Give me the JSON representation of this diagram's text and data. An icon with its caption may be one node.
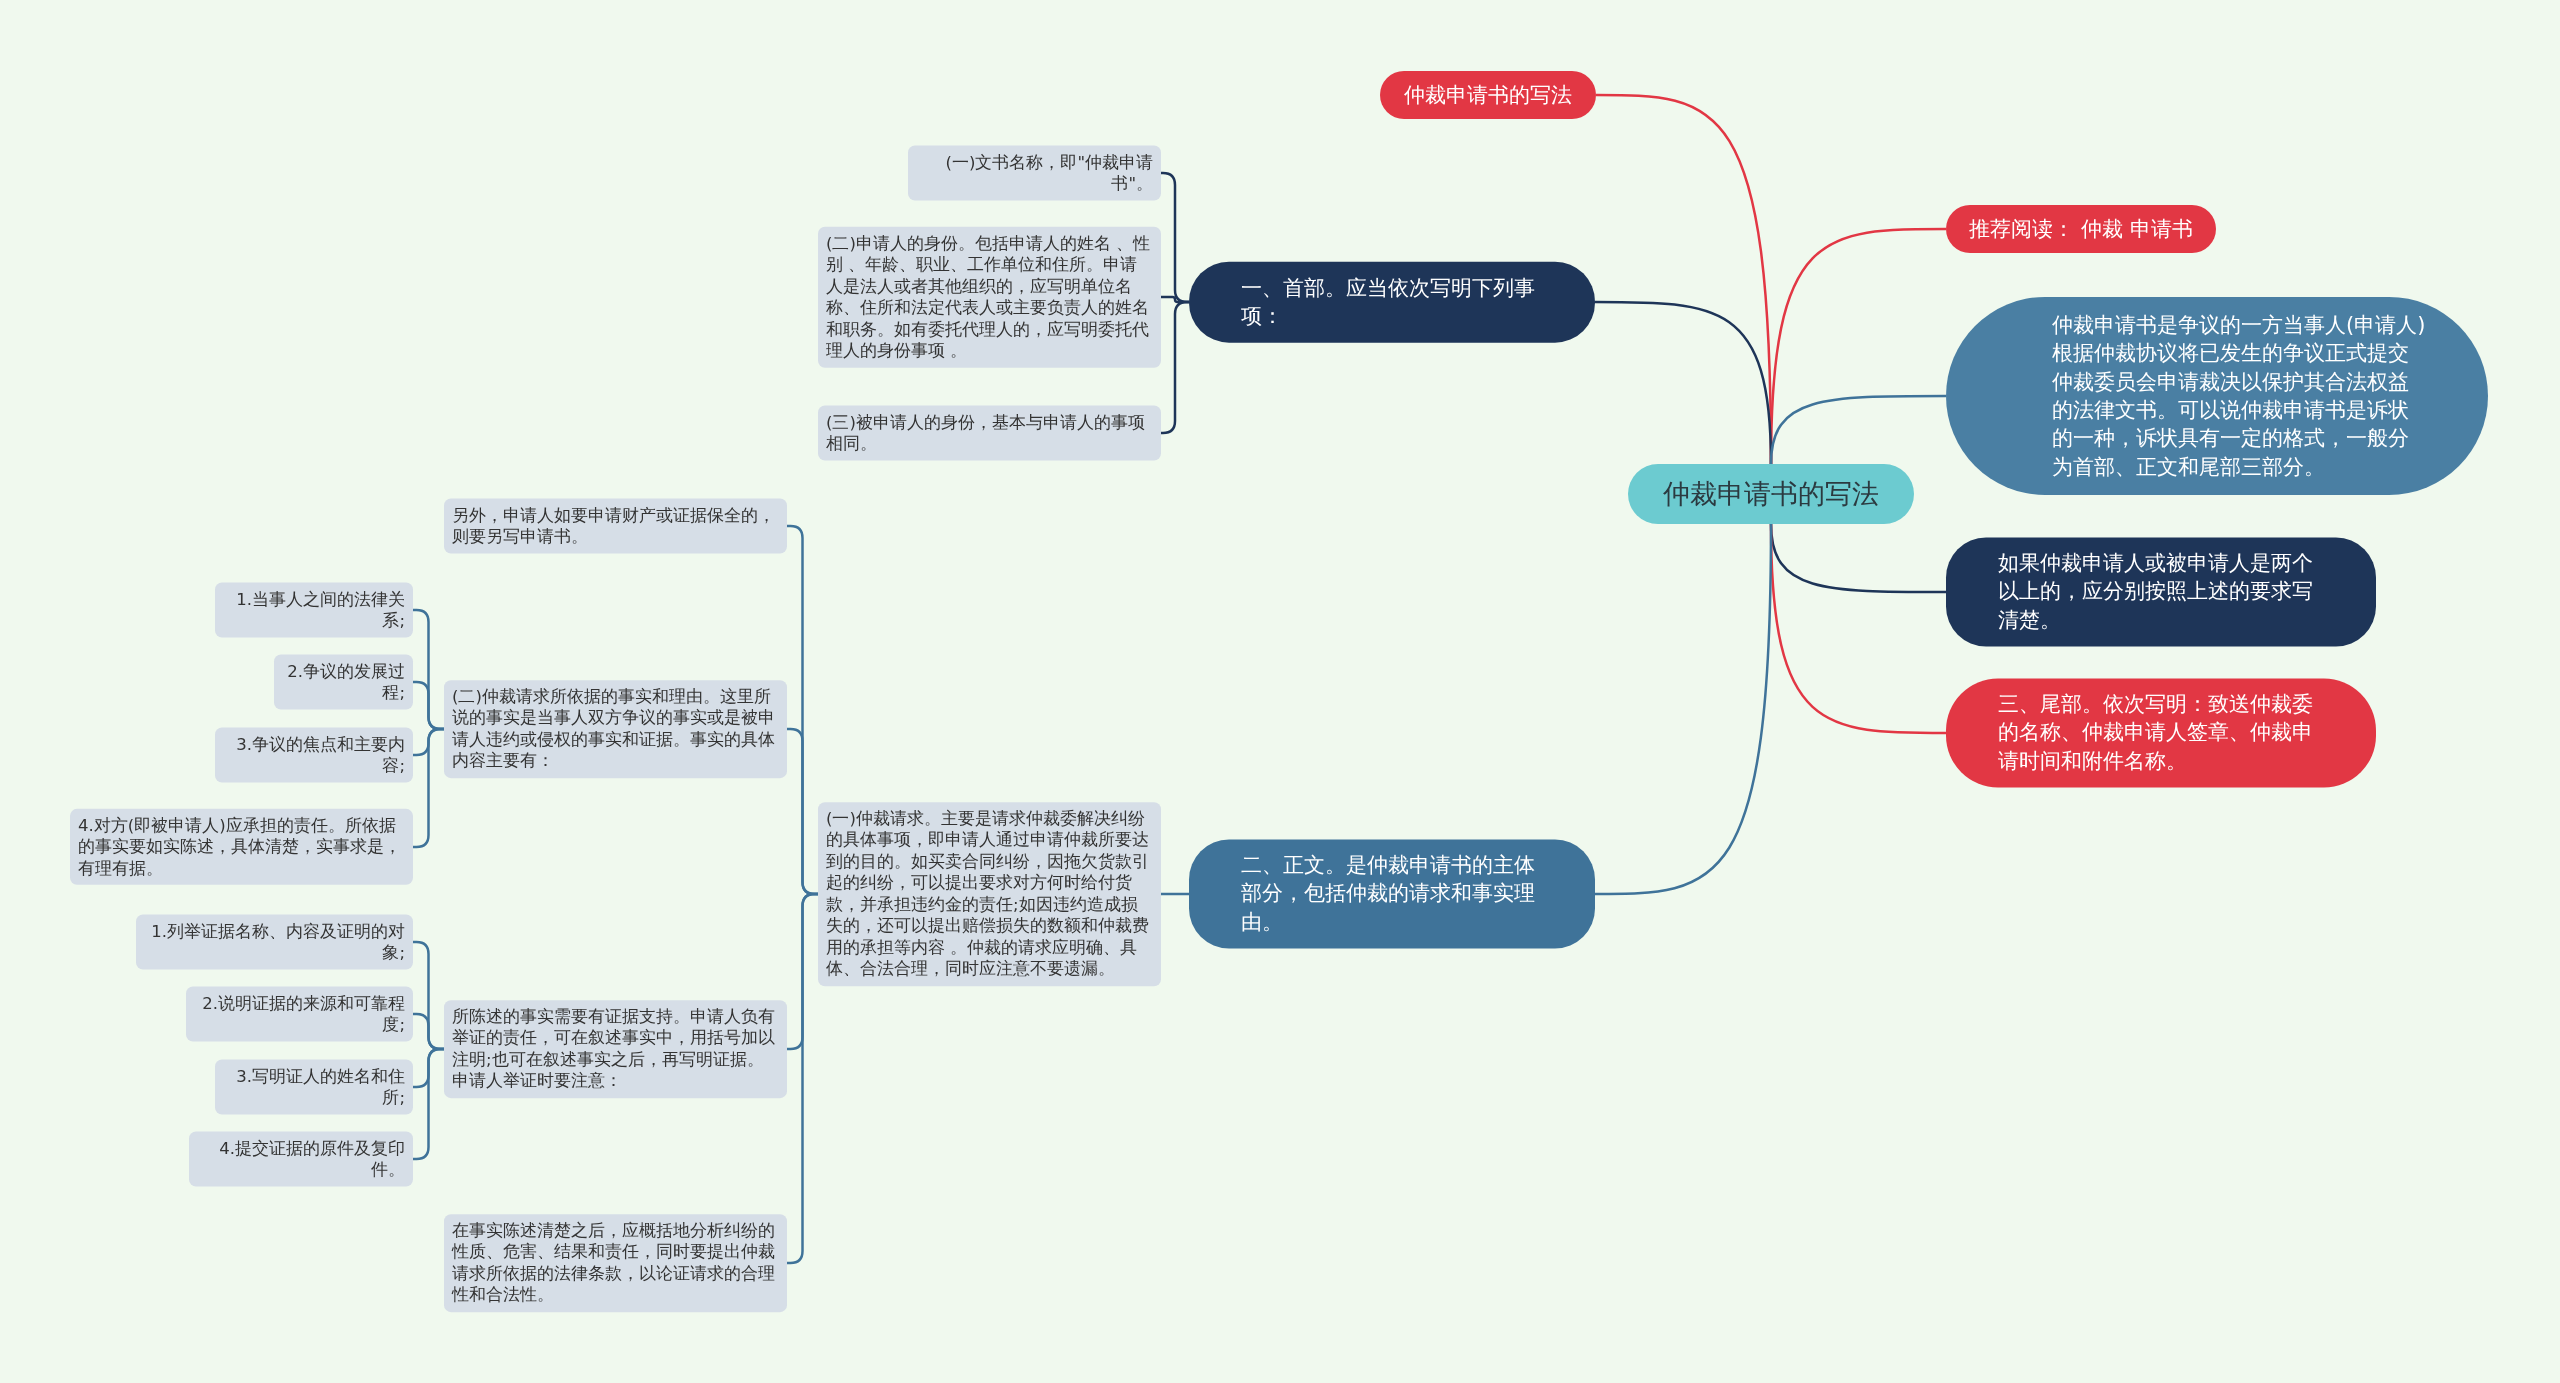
{
  "diagram": {
    "nodes": [
      {
        "text": [
          "仲裁申请书的写法"
        ]
      },
      {
        "text": [
          "仲裁申请书的写法"
        ]
      },
      {
        "text": [
          "一、首部。应当依次写明下列事项："
        ]
      },
      {
        "text": [
          "(一)文书名称，即\"仲裁申请书\"。"
        ]
      },
      {
        "text": [
          "(二)申请人的身份。包括申请人的姓名 、性别 、年龄、职业、工作单位和住所。申请人是法人或者其他组织的，应写明单位名称、住所和法定代表人或主要负责人的姓名和职务。如有委托代理人的，应写明委托代理人的身份事项 。"
        ]
      },
      {
        "text": [
          "(三)被申请人的身份，基本与申请人的事项相同。"
        ]
      },
      {
        "text": [
          "二、正文。是仲裁申请书的主体部分，包括仲裁的请求和事实理由。"
        ]
      },
      {
        "text": [
          "(一)仲裁请求。主要是请求仲裁委解决纠纷的具体事项，即申请人通过申请仲裁所要达到的目的。如买卖合同纠纷，因拖欠货款引起的纠纷，可以提出要求对方何时给付货款，并承担违约金的责任;如因违约造成损失的，还可以提出赔偿损失的数额和仲裁费用的承担等内容 。仲裁的请求应明确、具体、合法合理，同时应注意不要遗漏。"
        ]
      },
      {
        "text": [
          "另外，申请人如要申请财产或证据保全的，则要另写申请书。"
        ]
      },
      {
        "text": [
          "(二)仲裁请求所依据的事实和理由。这里所说的事实是当事人双方争议的事实或是被申请人违约或侵权的事实和证据。事实的具体内容主要有："
        ]
      },
      {
        "text": [
          "1.当事人之间的法律关系;"
        ]
      },
      {
        "text": [
          "2.争议的发展过程;"
        ]
      },
      {
        "text": [
          "3.争议的焦点和主要内容;"
        ]
      },
      {
        "text": [
          "4.对方(即被申请人)应承担的责任。所依据的事实要如实陈述，具体清楚，实事求是，有理有据。"
        ]
      },
      {
        "text": [
          "所陈述的事实需要有证据支持。申请人负有举证的责任，可在叙述事实中，用括号加以注明;也可在叙述事实之后，再写明证据。申请人举证时要注意："
        ]
      },
      {
        "text": [
          "1.列举证据名称、内容及证明的对象;"
        ]
      },
      {
        "text": [
          "2.说明证据的来源和可靠程度;"
        ]
      },
      {
        "text": [
          "3.写明证人的姓名和住所;"
        ]
      },
      {
        "text": [
          "4.提交证据的原件及复印件。"
        ]
      },
      {
        "text": [
          "在事实陈述清楚之后，应概括地分析纠纷的性质、危害、结果和责任，同时要提出仲裁请求所依据的法律条款，以论证请求的合理性和合法性。"
        ]
      },
      {
        "text": [
          "推荐阅读： 仲裁 申请书"
        ]
      },
      {
        "text": [
          "仲裁申请书是争议的一方当事人(申请人)根据仲裁协议将已发生的争议正式提交仲裁委员会申请裁决以保护其合法权益的法律文书。可以说仲裁申请书是诉状的一种，诉状具有一定的格式，一般分为首部、正文和尾部三部分。"
        ]
      },
      {
        "text": [
          "如果仲裁申请人或被申请人是两个以上的，应分别按照上述的要求写清楚。"
        ]
      },
      {
        "text": [
          "三、尾部。依次写明：致送仲裁委的名称、仲裁申请人签章、仲裁申请时间和附件名称。"
        ]
      }
    ],
    "edges": [
      {
        "from": 0,
        "to": 1,
        "arrow": "none",
        "color": "#e23744"
      },
      {
        "from": 0,
        "to": 20,
        "arrow": "none",
        "color": "#e23744"
      },
      {
        "from": 0,
        "to": 2,
        "arrow": "none",
        "color": "#1e3558"
      },
      {
        "from": 0,
        "to": 21,
        "arrow": "none"
      },
      {
        "from": 0,
        "to": 22,
        "arrow": "none",
        "color": "#1e3558"
      },
      {
        "from": 0,
        "to": 23,
        "arrow": "none",
        "color": "#e23744"
      },
      {
        "from": 0,
        "to": 6,
        "arrow": "none"
      },
      {
        "from": 2,
        "to": 3,
        "arrow": "none",
        "color": "#1e3558"
      },
      {
        "from": 2,
        "to": 4,
        "arrow": "none",
        "color": "#1e3558"
      },
      {
        "from": 2,
        "to": 5,
        "arrow": "none",
        "color": "#1e3558"
      },
      {
        "from": 6,
        "to": 7,
        "arrow": "none"
      },
      {
        "from": 7,
        "to": 8,
        "arrow": "none"
      },
      {
        "from": 7,
        "to": 9,
        "arrow": "none"
      },
      {
        "from": 7,
        "to": 14,
        "arrow": "none"
      },
      {
        "from": 7,
        "to": 19,
        "arrow": "none"
      },
      {
        "from": 9,
        "to": 10,
        "arrow": "none"
      },
      {
        "from": 9,
        "to": 11,
        "arrow": "none"
      },
      {
        "from": 9,
        "to": 12,
        "arrow": "none"
      },
      {
        "from": 9,
        "to": 13,
        "arrow": "none"
      },
      {
        "from": 14,
        "to": 15,
        "arrow": "none"
      },
      {
        "from": 14,
        "to": 16,
        "arrow": "none"
      },
      {
        "from": 14,
        "to": 17,
        "arrow": "none"
      },
      {
        "from": 14,
        "to": 18,
        "arrow": "none"
      }
    ]
  }
}
